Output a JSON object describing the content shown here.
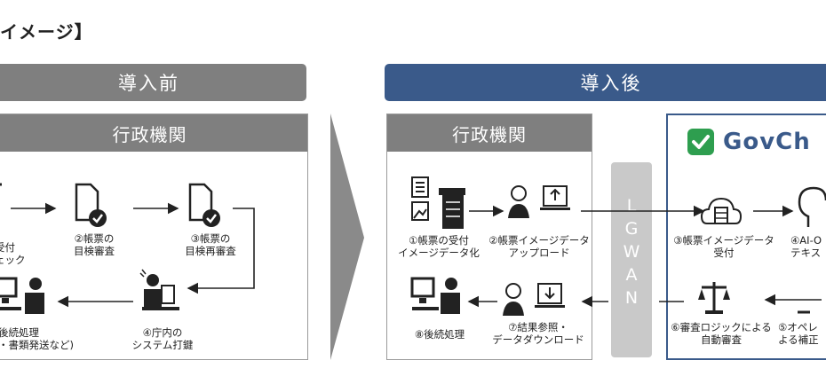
{
  "page_title": "イメージ】",
  "before": {
    "banner": "導入前",
    "org": "行政機関",
    "steps": {
      "s1": [
        "受付",
        "ェック"
      ],
      "s2": [
        "②帳票の",
        "目検審査"
      ],
      "s3": [
        "③帳票の",
        "目検再審査"
      ],
      "s4": [
        "④庁内の",
        "システム打鍵"
      ],
      "s5": [
        "後続処理",
        "・書類発送など)"
      ]
    }
  },
  "after": {
    "banner": "導入後",
    "org": "行政機関",
    "brand": "GovCh",
    "lgwan": [
      "L",
      "G",
      "W",
      "A",
      "N"
    ],
    "steps": {
      "s1": [
        "①帳票の受付",
        "イメージデータ化"
      ],
      "s2": [
        "②帳票イメージデータ",
        "アップロード"
      ],
      "s3": [
        "③帳票イメージデータ",
        "受付"
      ],
      "s4": [
        "④AI-O",
        "テキス"
      ],
      "s5": [
        "⑤オペレ",
        "よる補正"
      ],
      "s6": [
        "⑥審査ロジックによる",
        "自動審査"
      ],
      "s7": [
        "⑦結果参照・",
        "データダウンロード"
      ],
      "s8": [
        "⑧後続処理"
      ]
    }
  },
  "colors": {
    "banner_before": "#7f7f7f",
    "banner_after": "#3a5a8a",
    "brand_green": "#2e9e4f",
    "brand_blue": "#3a5a8a",
    "lgwan": "#c9c9c9"
  }
}
